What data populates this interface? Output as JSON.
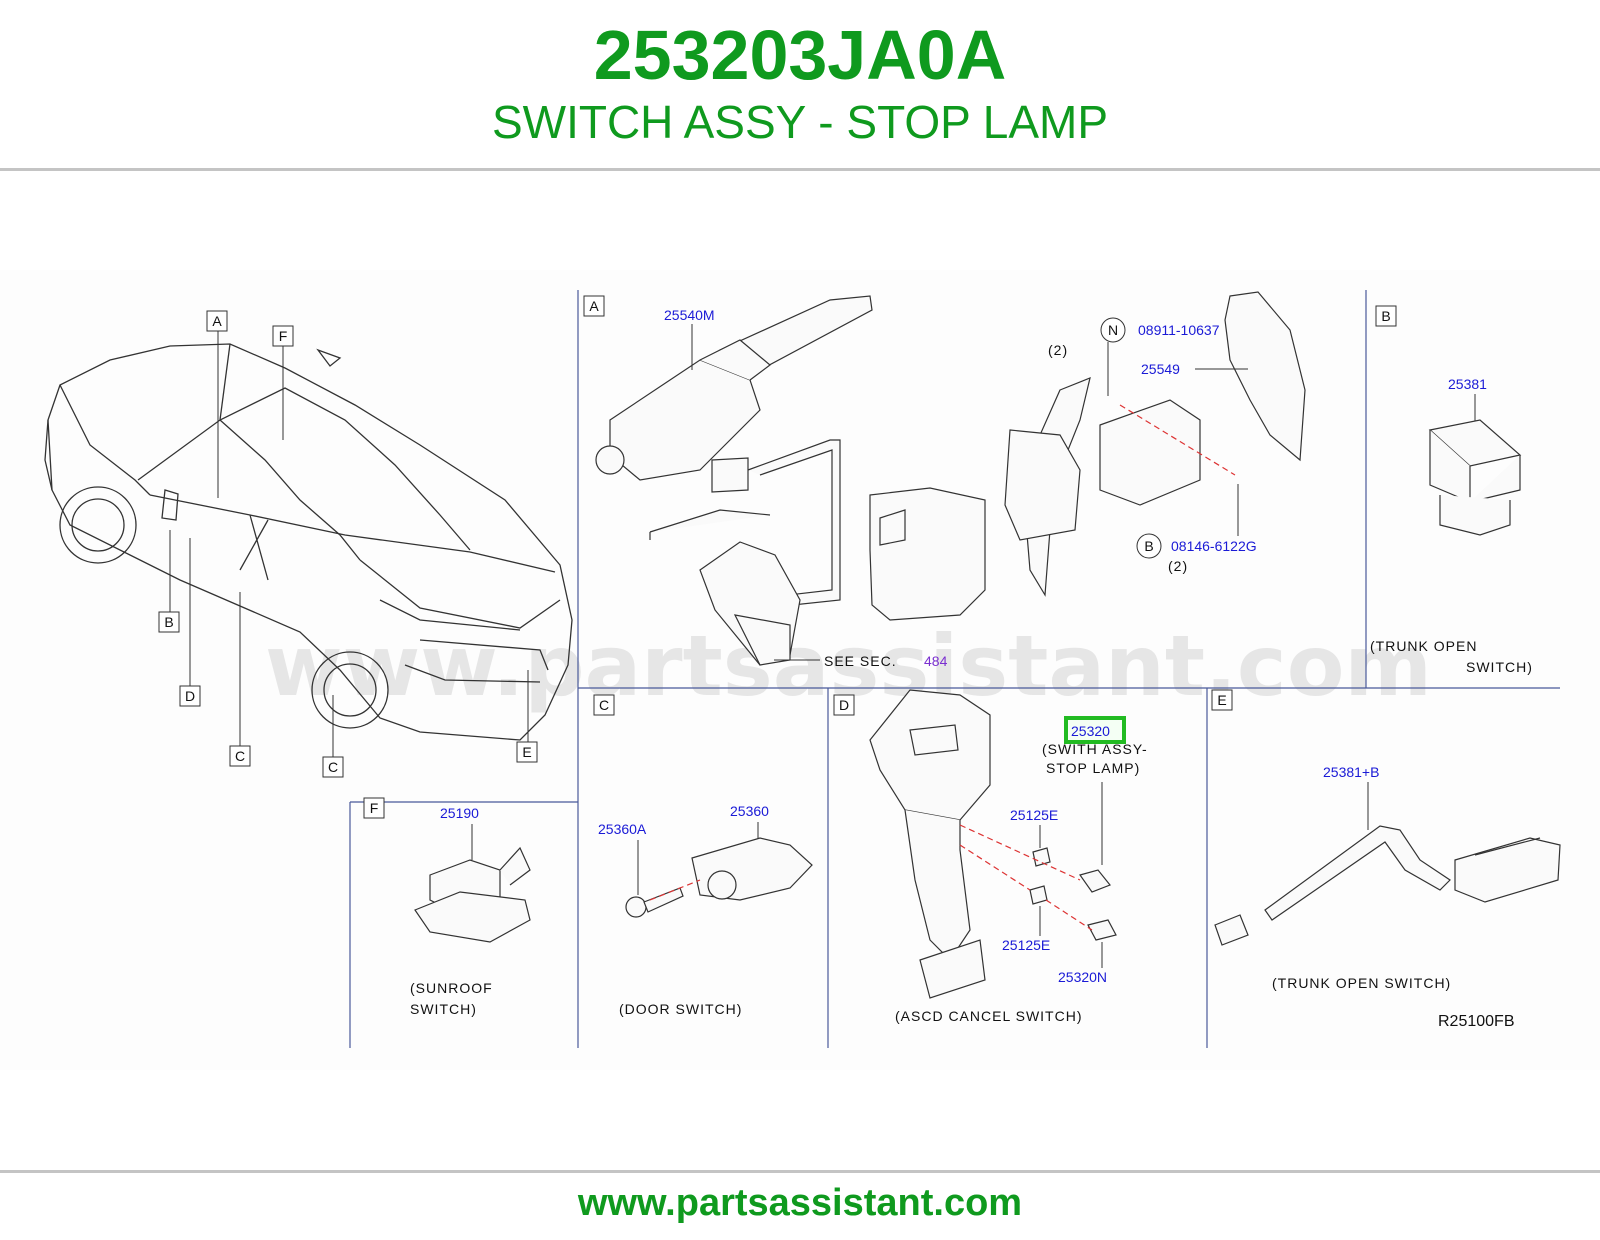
{
  "header": {
    "part_number": "253203JA0A",
    "part_name": "SWITCH ASSY - STOP LAMP"
  },
  "footer": {
    "site": "www.partsassistant.com"
  },
  "watermark": "www.partsassistant.com",
  "colors": {
    "brand_green": "#0f9a1e",
    "part_number_blue": "#1a1ad6",
    "section_ref_purple": "#7a2fd0",
    "highlight_green": "#22bb22"
  },
  "diagram": {
    "reference_code": "R25100FB",
    "car_callouts": [
      "A",
      "F",
      "B",
      "D",
      "C",
      "C",
      "E"
    ],
    "section_A": {
      "tag": "A",
      "parts": [
        "25540M",
        "08911-10637",
        "(2)",
        "25549",
        "08146-6122G",
        "(2)"
      ],
      "circle_letters": [
        "N",
        "B"
      ],
      "see_sec": "SEE  SEC.",
      "see_sec_number": "484"
    },
    "section_B": {
      "tag": "B",
      "part": "25381",
      "caption_1": "(TRUNK  OPEN",
      "caption_2": "SWITCH)"
    },
    "section_C": {
      "tag": "C",
      "parts": [
        "25360A",
        "25360"
      ],
      "caption": "(DOOR  SWITCH)"
    },
    "section_D": {
      "tag": "D",
      "highlight_part": "25320",
      "highlight_caption_1": "(SWITH  ASSY-",
      "highlight_caption_2": "STOP  LAMP)",
      "parts": [
        "25125E",
        "25125E",
        "25320N"
      ],
      "caption": "(ASCD  CANCEL  SWITCH)"
    },
    "section_E": {
      "tag": "E",
      "part": "25381+B",
      "caption": "(TRUNK  OPEN  SWITCH)"
    },
    "section_F": {
      "tag": "F",
      "part": "25190",
      "caption_1": "(SUNROOF",
      "caption_2": "SWITCH)"
    }
  }
}
